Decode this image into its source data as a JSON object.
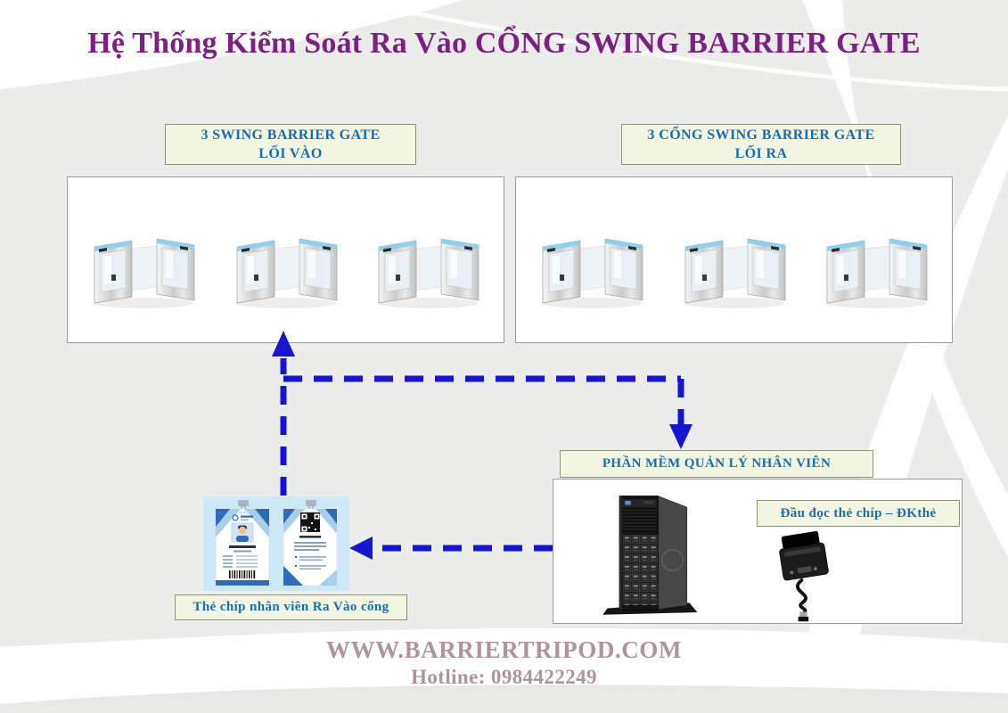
{
  "title": {
    "text": "Hệ Thống Kiểm Soát Ra Vào CỔNG SWING BARRIER GATE",
    "color": "#7c2182"
  },
  "gate_sections": {
    "entry": {
      "label_line1": "3 SWING BARRIER GATE",
      "label_line2": "LỐI VÀO",
      "gate_count": 3
    },
    "exit": {
      "label_line1": "3 CỔNG SWING BARRIER GATE",
      "label_line2": "LỐI RA",
      "gate_count": 3
    }
  },
  "software_label": "PHẦN MỀM QUẢN LÝ NHÂN VIÊN",
  "card_reader_label": "Đầu đọc thẻ chíp – ĐKthẻ",
  "employee_card_label": "Thẻ chíp nhân viên Ra Vào cổng",
  "footer": {
    "website": "WWW.BARRIERTRIPOD.COM",
    "hotline": "Hotline: 0984422249"
  },
  "colors": {
    "background": "#ecedeb",
    "title_text": "#7c2182",
    "label_text": "#1a6cab",
    "label_background": "#f2f5e2",
    "label_border": "#8f9372",
    "arrow_blue": "#1515d2",
    "footer_text": "#ad969a",
    "gate_led_strip": "#8ed1ef"
  },
  "images": {
    "swing_gate": "swing-barrier-gate-image",
    "server": "server-tower-image",
    "card_reader": "usb-card-reader-image",
    "id_badges": "employee-id-badges-image"
  }
}
